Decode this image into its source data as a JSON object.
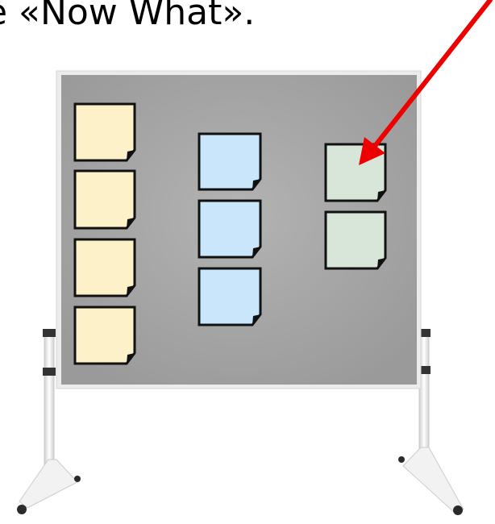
{
  "heading": {
    "visible_text": "e «Now What»."
  },
  "board": {
    "surface_color": "#a3a3a3",
    "frame_color": "#e9e9e9",
    "columns": [
      {
        "name": "column-yellow",
        "note_color": "#fdf1c9",
        "note_count": 4
      },
      {
        "name": "column-blue",
        "note_color": "#c9e6fa",
        "note_count": 3
      },
      {
        "name": "column-green",
        "note_color": "#d7e6d8",
        "note_count": 2
      }
    ]
  },
  "pointer": {
    "icon": "arrow-icon",
    "color": "#ee0000"
  }
}
